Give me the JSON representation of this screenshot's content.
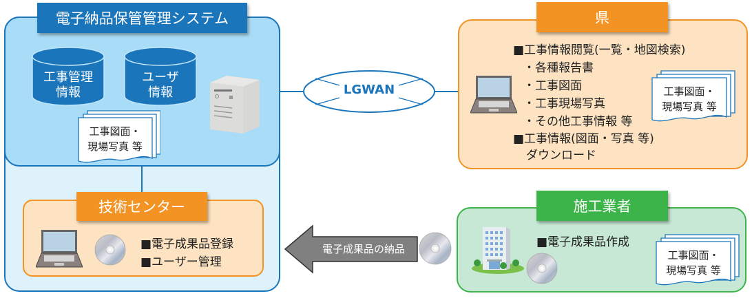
{
  "system": {
    "title": "電子納品保管管理システム",
    "db1_line1": "工事管理",
    "db1_line2": "情報",
    "db2_line1": "ユーザ",
    "db2_line2": "情報",
    "doc_line1": "工事図面・",
    "doc_line2": "現場写真 等"
  },
  "network": {
    "label": "LGWAN"
  },
  "tech_center": {
    "title": "技術センター",
    "items": [
      "■電子成果品登録",
      "■ユーザー管理"
    ]
  },
  "prefecture": {
    "title": "県",
    "items": [
      "■工事情報閲覧(一覧・地図検索)",
      "・各種報告書",
      "・工事図面",
      "・工事現場写真",
      "・その他工事情報 等",
      "■工事情報(図面・写真 等)",
      "ダウンロード"
    ],
    "doc_line1": "工事図面・",
    "doc_line2": "現場写真 等"
  },
  "contractor": {
    "title": "施工業者",
    "items": [
      "■電子成果品作成"
    ],
    "doc_line1": "工事図面・",
    "doc_line2": "現場写真 等"
  },
  "delivery_arrow": {
    "label": "電子成果品の納品"
  },
  "colors": {
    "system_blue": "#1b75bb",
    "system_fill": "#a9dcf6",
    "orange": "#f39324",
    "orange_fill": "#fde3c2",
    "green": "#3cb44a",
    "green_fill": "#c8e8d6"
  }
}
